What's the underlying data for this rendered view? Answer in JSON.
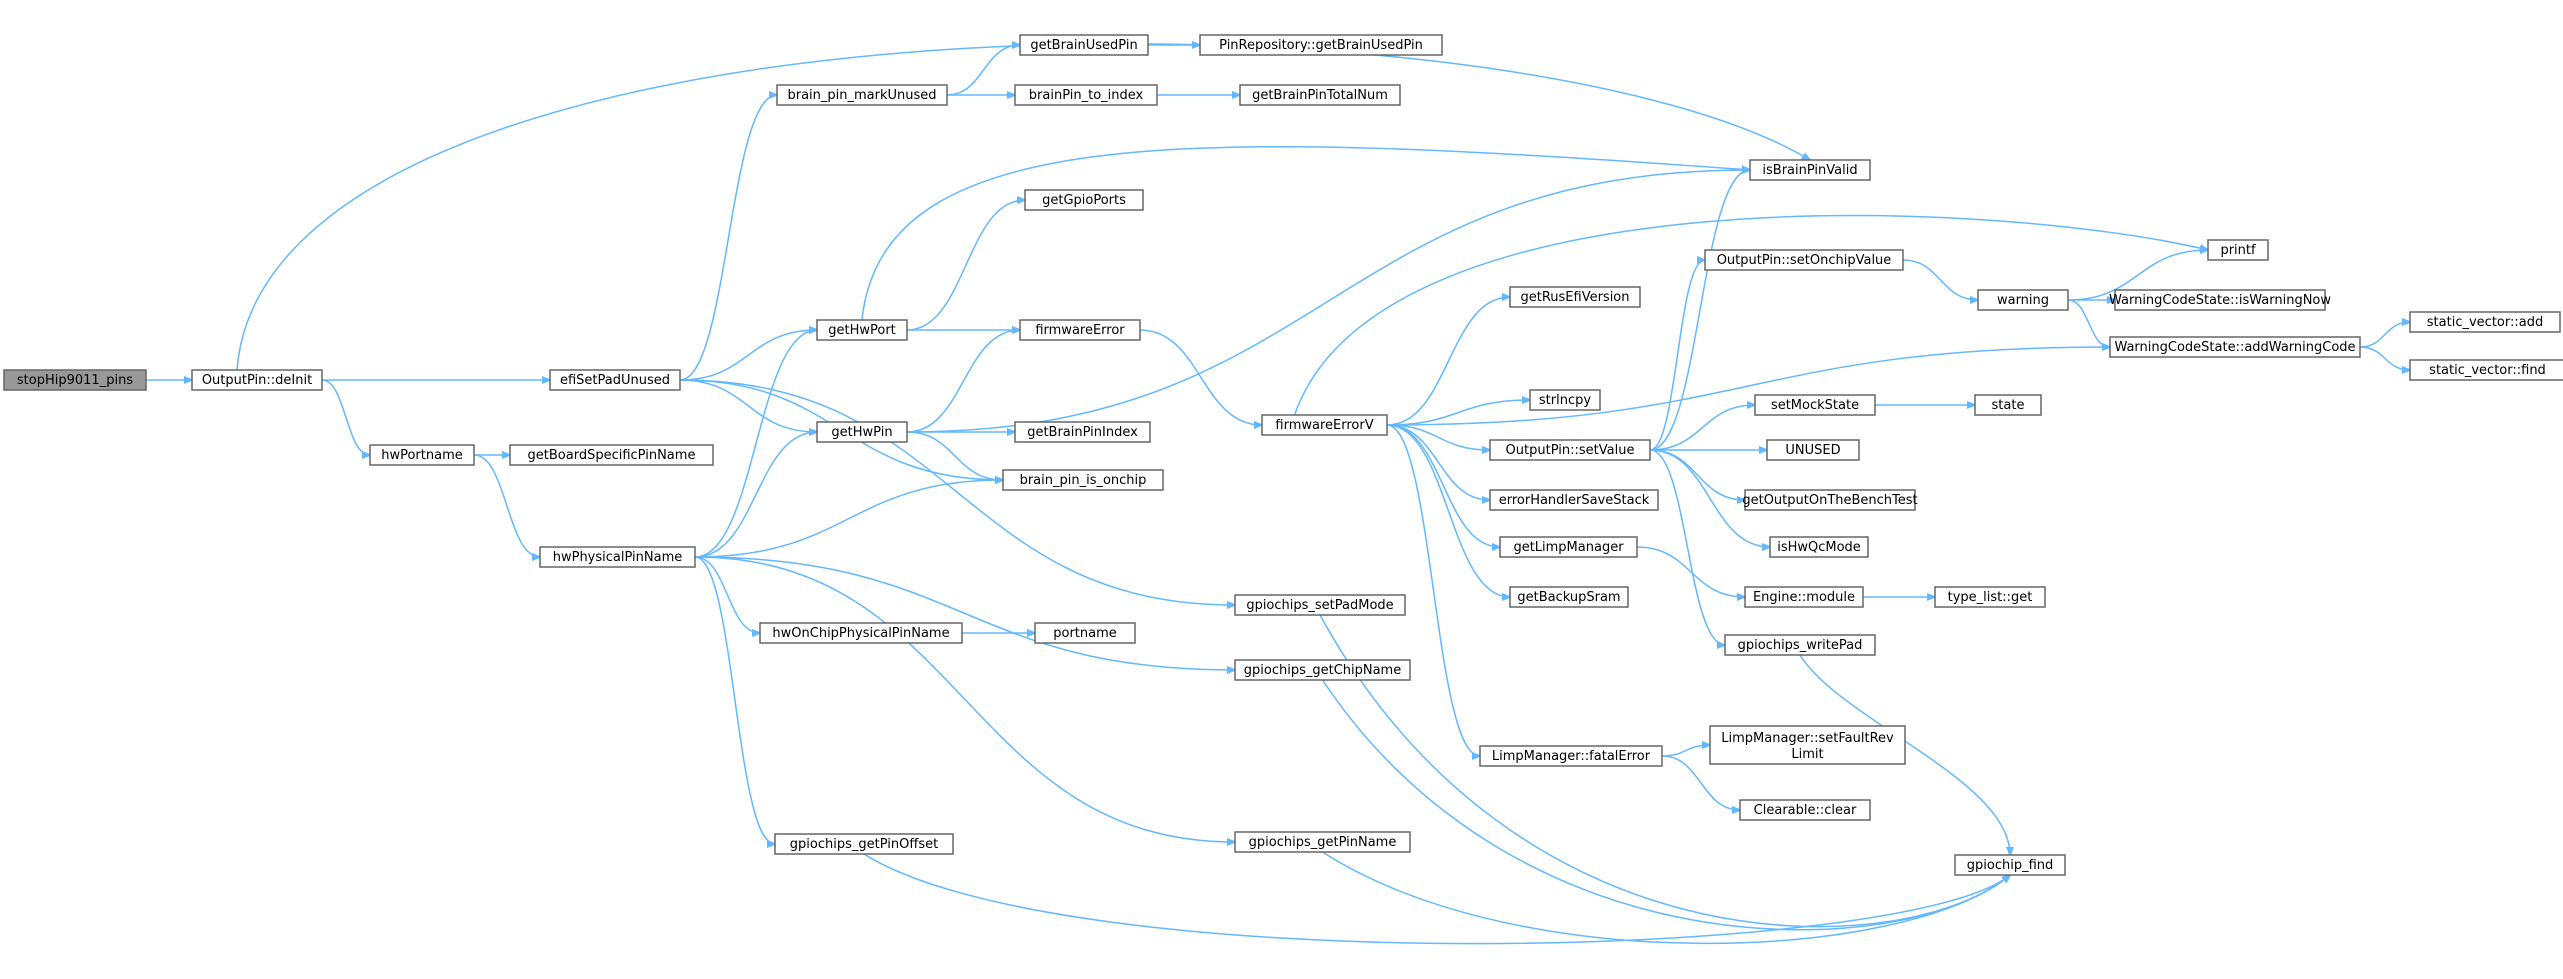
{
  "colors": {
    "edge": "#63b8ff",
    "node_border": "#666666",
    "node_fill": "#ffffff",
    "root_fill": "#999999"
  },
  "nodes": {
    "stopHip": {
      "label": "stopHip9011_pins",
      "root": true
    },
    "deInit": {
      "label": "OutputPin::deInit"
    },
    "hwPortname": {
      "label": "hwPortname"
    },
    "getBoardSpecific": {
      "label": "getBoardSpecificPinName"
    },
    "hwPhysical": {
      "label": "hwPhysicalPinName"
    },
    "efiSetPadUnused": {
      "label": "efiSetPadUnused"
    },
    "markUnused": {
      "label": "brain_pin_markUnused"
    },
    "getBrainUsedPin": {
      "label": "getBrainUsedPin"
    },
    "pinRepoUsed": {
      "label": "PinRepository::getBrainUsedPin"
    },
    "pinToIndex": {
      "label": "brainPin_to_index"
    },
    "totalNum": {
      "label": "getBrainPinTotalNum"
    },
    "getHwPort": {
      "label": "getHwPort"
    },
    "getGpioPorts": {
      "label": "getGpioPorts"
    },
    "getHwPin": {
      "label": "getHwPin"
    },
    "getBrainPinIndex": {
      "label": "getBrainPinIndex"
    },
    "isOnchip": {
      "label": "brain_pin_is_onchip"
    },
    "firmwareError": {
      "label": "firmwareError"
    },
    "isValid": {
      "label": "isBrainPinValid"
    },
    "hwOnChip": {
      "label": "hwOnChipPhysicalPinName"
    },
    "portname": {
      "label": "portname"
    },
    "setPadMode": {
      "label": "gpiochips_setPadMode"
    },
    "getChipName": {
      "label": "gpiochips_getChipName"
    },
    "getPinName": {
      "label": "gpiochips_getPinName"
    },
    "getPinOffset": {
      "label": "gpiochips_getPinOffset"
    },
    "errorV": {
      "label": "firmwareErrorV"
    },
    "rusEfi": {
      "label": "getRusEfiVersion"
    },
    "strlncpy": {
      "label": "strlncpy"
    },
    "setValue": {
      "label": "OutputPin::setValue"
    },
    "saveStack": {
      "label": "errorHandlerSaveStack"
    },
    "getLimp": {
      "label": "getLimpManager"
    },
    "backupSram": {
      "label": "getBackupSram"
    },
    "fatalError": {
      "label": "LimpManager::fatalError"
    },
    "setOnchip": {
      "label": "OutputPin::setOnchipValue"
    },
    "setMock": {
      "label": "setMockState"
    },
    "unused": {
      "label": "UNUSED"
    },
    "benchTest": {
      "label": "getOutputOnTheBenchTest"
    },
    "hwQc": {
      "label": "isHwQcMode"
    },
    "engineModule": {
      "label": "Engine::module"
    },
    "writePad": {
      "label": "gpiochips_writePad"
    },
    "gpiochipFind": {
      "label": "gpiochip_find"
    },
    "setFaultRev": {
      "label": "LimpManager::setFaultRev",
      "label2": "Limit"
    },
    "clearableClear": {
      "label": "Clearable::clear"
    },
    "warning": {
      "label": "warning"
    },
    "isWarningNow": {
      "label": "WarningCodeState::isWarningNow"
    },
    "addWarning": {
      "label": "WarningCodeState::addWarningCode"
    },
    "printf": {
      "label": "printf"
    },
    "svAdd": {
      "label": "static_vector::add"
    },
    "svFind": {
      "label": "static_vector::find"
    },
    "state": {
      "label": "state"
    },
    "typeListGet": {
      "label": "type_list::get"
    }
  }
}
